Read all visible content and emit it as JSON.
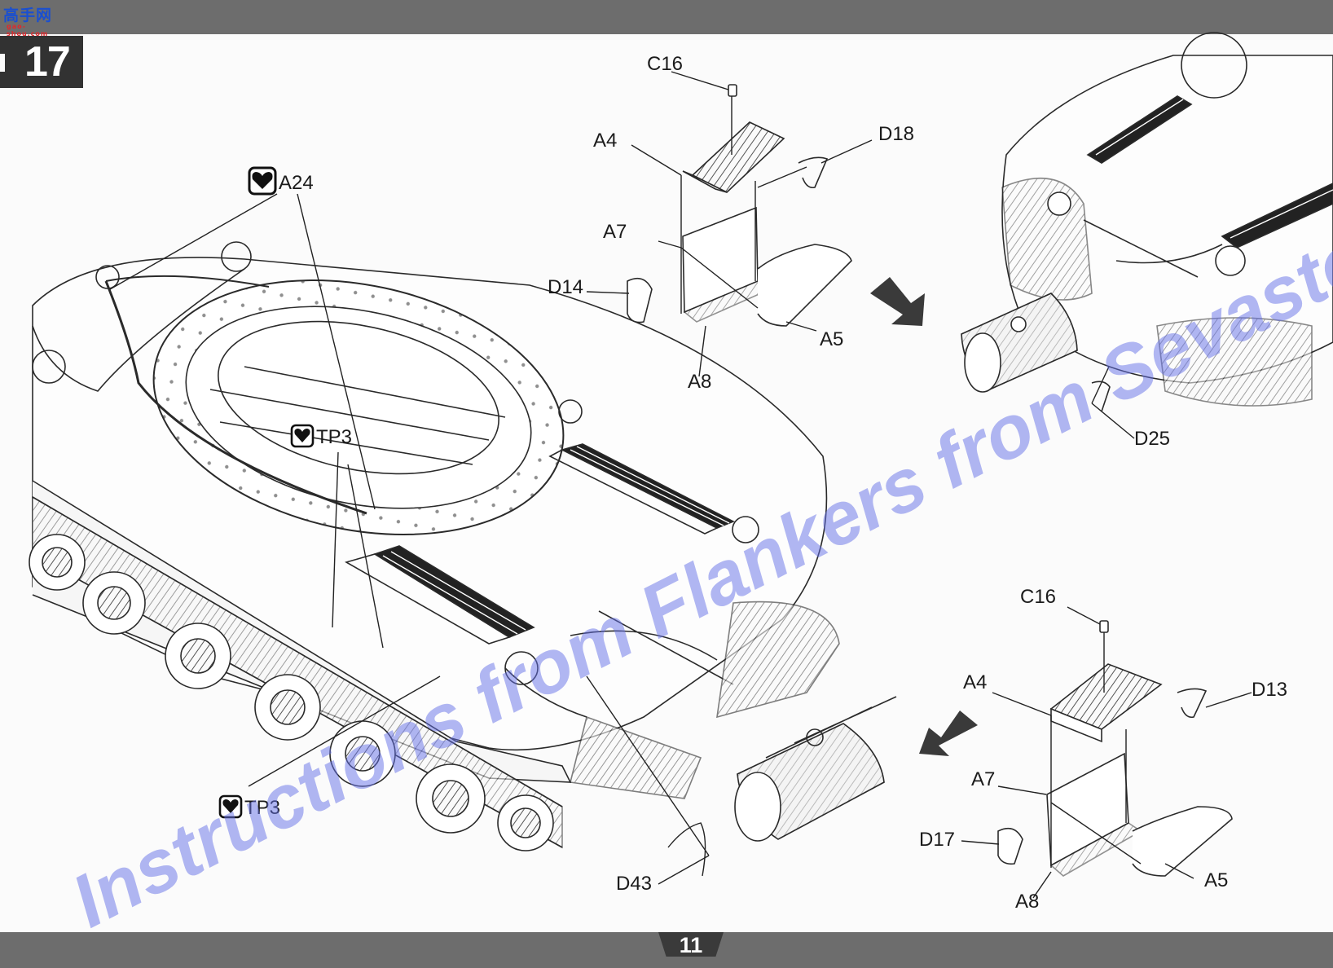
{
  "header": {
    "logo_main": "高手网",
    "logo_sub": "gao-shou.com"
  },
  "step": {
    "number": "17"
  },
  "footer": {
    "page_number": "11"
  },
  "watermark": "Instructions from Flankers from Sevastopol Russia",
  "colors": {
    "bar": "#6d6d6d",
    "step_box": "#323232",
    "watermark": "#6470e8",
    "line_art": "#2a2a2a"
  },
  "icons": [
    "glue-icon",
    "arrow-diagonal-down-right-icon",
    "arrow-diagonal-down-left-icon"
  ],
  "diagram_upper": {
    "labels": {
      "c16": "C16",
      "a4": "A4",
      "d18": "D18",
      "a7": "A7",
      "d14": "D14",
      "a5": "A5",
      "a8": "A8"
    }
  },
  "diagram_lower": {
    "labels": {
      "c16": "C16",
      "a4": "A4",
      "d13": "D13",
      "a7": "A7",
      "d17": "D17",
      "a5": "A5",
      "a8": "A8"
    }
  },
  "diagram_main": {
    "labels": {
      "a24": "A24",
      "tp3_top": "TP3",
      "tp3_bottom": "TP3",
      "d43": "D43",
      "d25": "D25"
    }
  }
}
